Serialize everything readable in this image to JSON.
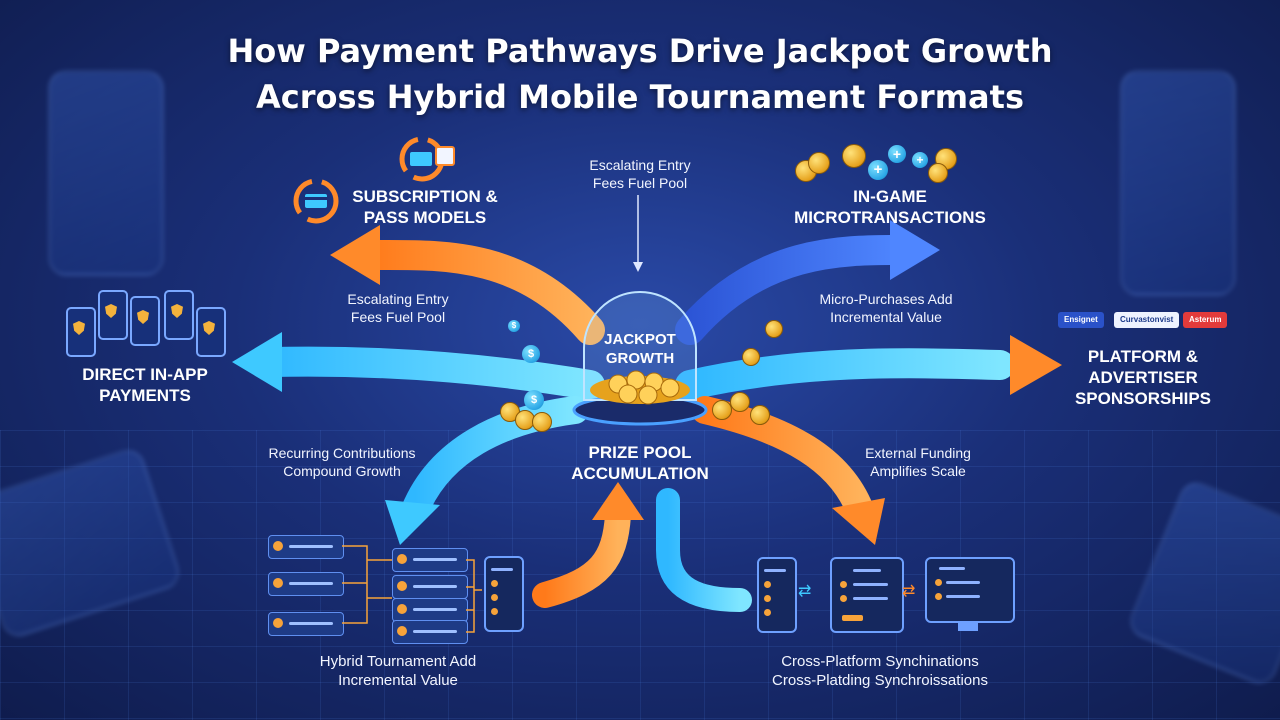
{
  "title": {
    "line1": "How Payment Pathways Drive Jackpot Growth",
    "line2": "Across Hybrid Mobile Tournament Formats"
  },
  "center": {
    "dome_label": "JACKPOT\nGROWTH",
    "pool_label": "PRIZE POOL\nACCUMULATION",
    "top_caption": "Escalating Entry\nFees Fuel Pool"
  },
  "nodes": {
    "subscription": {
      "label": "SUBSCRIPTION &\nPASS MODELS",
      "icon": "subscription-cycle-icon"
    },
    "microtransactions": {
      "label": "IN-GAME\nMICROTRANSACTIONS",
      "icon": "coins-plus-icon"
    },
    "direct_payments": {
      "label": "DIRECT IN-APP\nPAYMENTS",
      "icon": "shield-phones-icon"
    },
    "sponsorships": {
      "label": "PLATFORM &\nADVERTISER\nSPONSORSHIPS",
      "icon": "sponsor-logos-icon"
    },
    "hybrid": {
      "label": "Hybrid Tournament Add\nIncremental Value",
      "icon": "bracket-icon"
    },
    "cross_platform": {
      "label": "Cross-Platform Synchinations\nCross-Platding Synchroissations",
      "icon": "devices-icon"
    }
  },
  "captions": {
    "left_upper": "Escalating Entry\nFees Fuel Pool",
    "right_upper": "Micro-Purchases Add\nIncremental Value",
    "left_lower": "Recurring Contributions\nCompound Growth",
    "right_lower": "External Funding\nAmplifies Scale"
  },
  "sponsor_logos": [
    "Ensignet",
    "Curvastonvist",
    "Asterum"
  ],
  "colors": {
    "orange": "#ff8a2a",
    "cyan": "#3ec9ff",
    "blue": "#3a6cf0",
    "gold": "#f4b23c"
  }
}
